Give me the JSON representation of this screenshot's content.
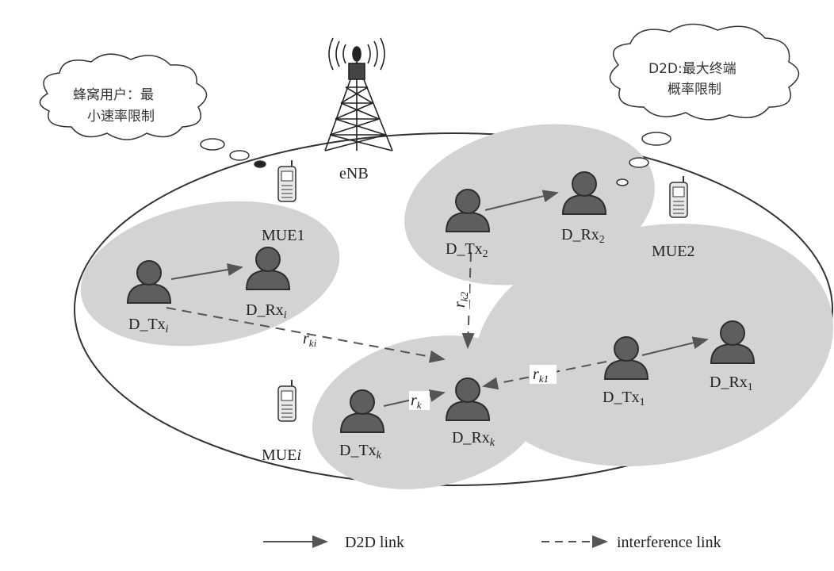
{
  "base_station": {
    "label": "eNB"
  },
  "clouds": {
    "cellular": {
      "line1": "蜂窝用户：最",
      "line2": "小速率限制"
    },
    "d2d": {
      "line1": "D2D:最大终端",
      "line2": "概率限制"
    }
  },
  "mobiles": {
    "mue1": "MUE1",
    "mue2": "MUE2",
    "muei": {
      "base": "MUE",
      "sub": "i"
    }
  },
  "nodes": {
    "tx_i": {
      "base": "D_Tx",
      "sub": "i"
    },
    "rx_i": {
      "base": "D_Rx",
      "sub": "i"
    },
    "tx_2": {
      "base": "D_Tx",
      "sub": "2"
    },
    "rx_2": {
      "base": "D_Rx",
      "sub": "2"
    },
    "tx_k": {
      "base": "D_Tx",
      "sub": "k"
    },
    "rx_k": {
      "base": "D_Rx",
      "sub": "k"
    },
    "tx_1": {
      "base": "D_Tx",
      "sub": "1"
    },
    "rx_1": {
      "base": "D_Rx",
      "sub": "1"
    }
  },
  "link_labels": {
    "r_k": {
      "base": "r",
      "sub": "k"
    },
    "r_ki": {
      "base": "r",
      "sub": "ki"
    },
    "r_k2": {
      "base": "r",
      "sub": "k2"
    },
    "r_k1": {
      "base": "r",
      "sub": "k1"
    }
  },
  "legend": {
    "d2d": "D2D link",
    "interference": "interference link"
  },
  "colors": {
    "shade": "#d3d3d3",
    "user_fill": "#5e5e5e",
    "user_stroke": "#2e2e2e",
    "link": "#555555",
    "ellipse": "#333333"
  }
}
